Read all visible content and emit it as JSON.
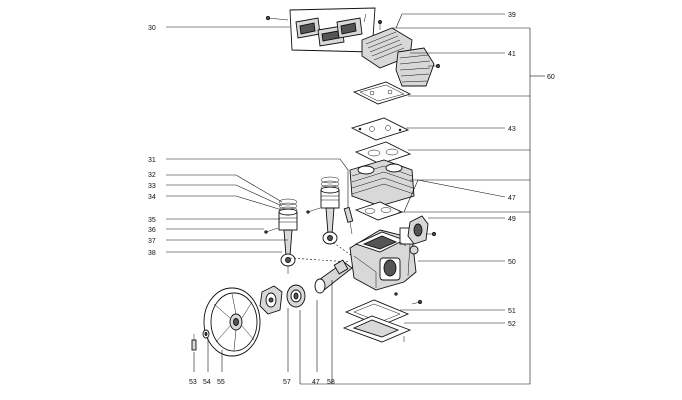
{
  "diagram": {
    "labels": {
      "p30": "30",
      "p31": "31",
      "p32": "32",
      "p33": "33",
      "p34": "34",
      "p35": "35",
      "p36": "36",
      "p37": "37",
      "p38": "38",
      "p39": "39",
      "p41": "41",
      "p43": "43",
      "p47a": "47",
      "p47b": "47",
      "p49": "49",
      "p50": "50",
      "p51": "51",
      "p52": "52",
      "p53": "53",
      "p54": "54",
      "p55": "55",
      "p57": "57",
      "p58": "58",
      "p60": "60"
    }
  }
}
